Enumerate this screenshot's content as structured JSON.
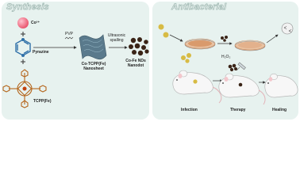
{
  "titles": {
    "synthesis": "Synthesis",
    "antibacterial": "Antibacterial"
  },
  "synthesis": {
    "co_ion": "Co²⁺",
    "plus": "+",
    "pyrazine": "Pyrazine",
    "pvp": "PVP",
    "tcpp": "TCPP(Fe)",
    "nanosheet": [
      "Co-TCPP(Fe)",
      "Nanosheet"
    ],
    "process": [
      "Ultrasonic",
      "spalling"
    ],
    "nanodot": [
      "Co-Fe NDs",
      "Nanodot"
    ]
  },
  "antibacterial": {
    "h2o2": "H₂O₂",
    "stages": [
      "Infection",
      "Therapy",
      "Healing"
    ]
  },
  "colors": {
    "panel_bg": "#e7f2ef",
    "co_ion": "#e8516a",
    "ring": "#2e6fa8",
    "porphyrin": "#b5661d",
    "nanosheet": "#5a7a8c",
    "bacteria": "#d7bb44",
    "dish": "#c98a5c",
    "arrow": "#333333"
  }
}
